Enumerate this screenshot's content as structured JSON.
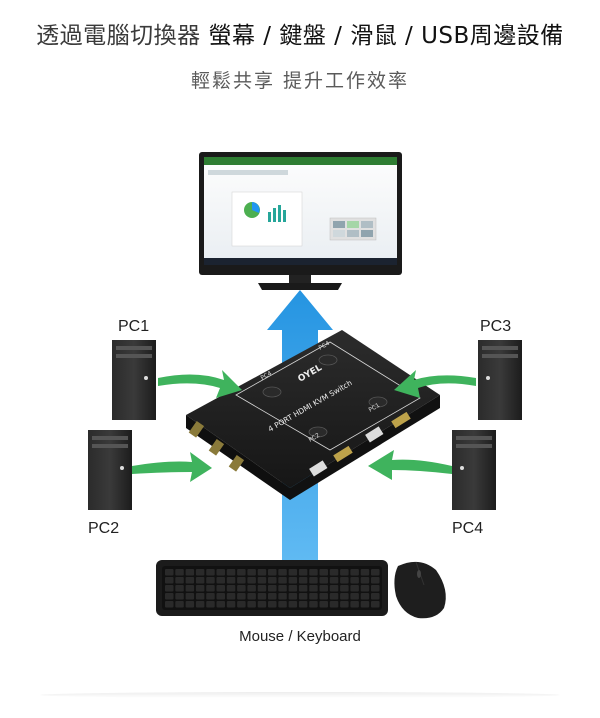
{
  "header": {
    "title_prefix": "透過電腦切換器",
    "title_devices": "螢幕 / 鍵盤 / 滑鼠 / USB周邊設備",
    "subtitle": "輕鬆共享  提升工作效率"
  },
  "pcs": {
    "pc1": "PC1",
    "pc2": "PC2",
    "pc3": "PC3",
    "pc4": "PC4"
  },
  "switch": {
    "brand": "OYEL",
    "model": "4 PORT HDMI KVM Switch",
    "buttons": [
      "PC1",
      "PC2",
      "PC3",
      "PC4"
    ]
  },
  "peripherals_caption": "Mouse / Keyboard",
  "colors": {
    "arrow_blue": "#2196e0",
    "arrow_green": "#3fb35d",
    "device_dark": "#1e1e1e"
  }
}
